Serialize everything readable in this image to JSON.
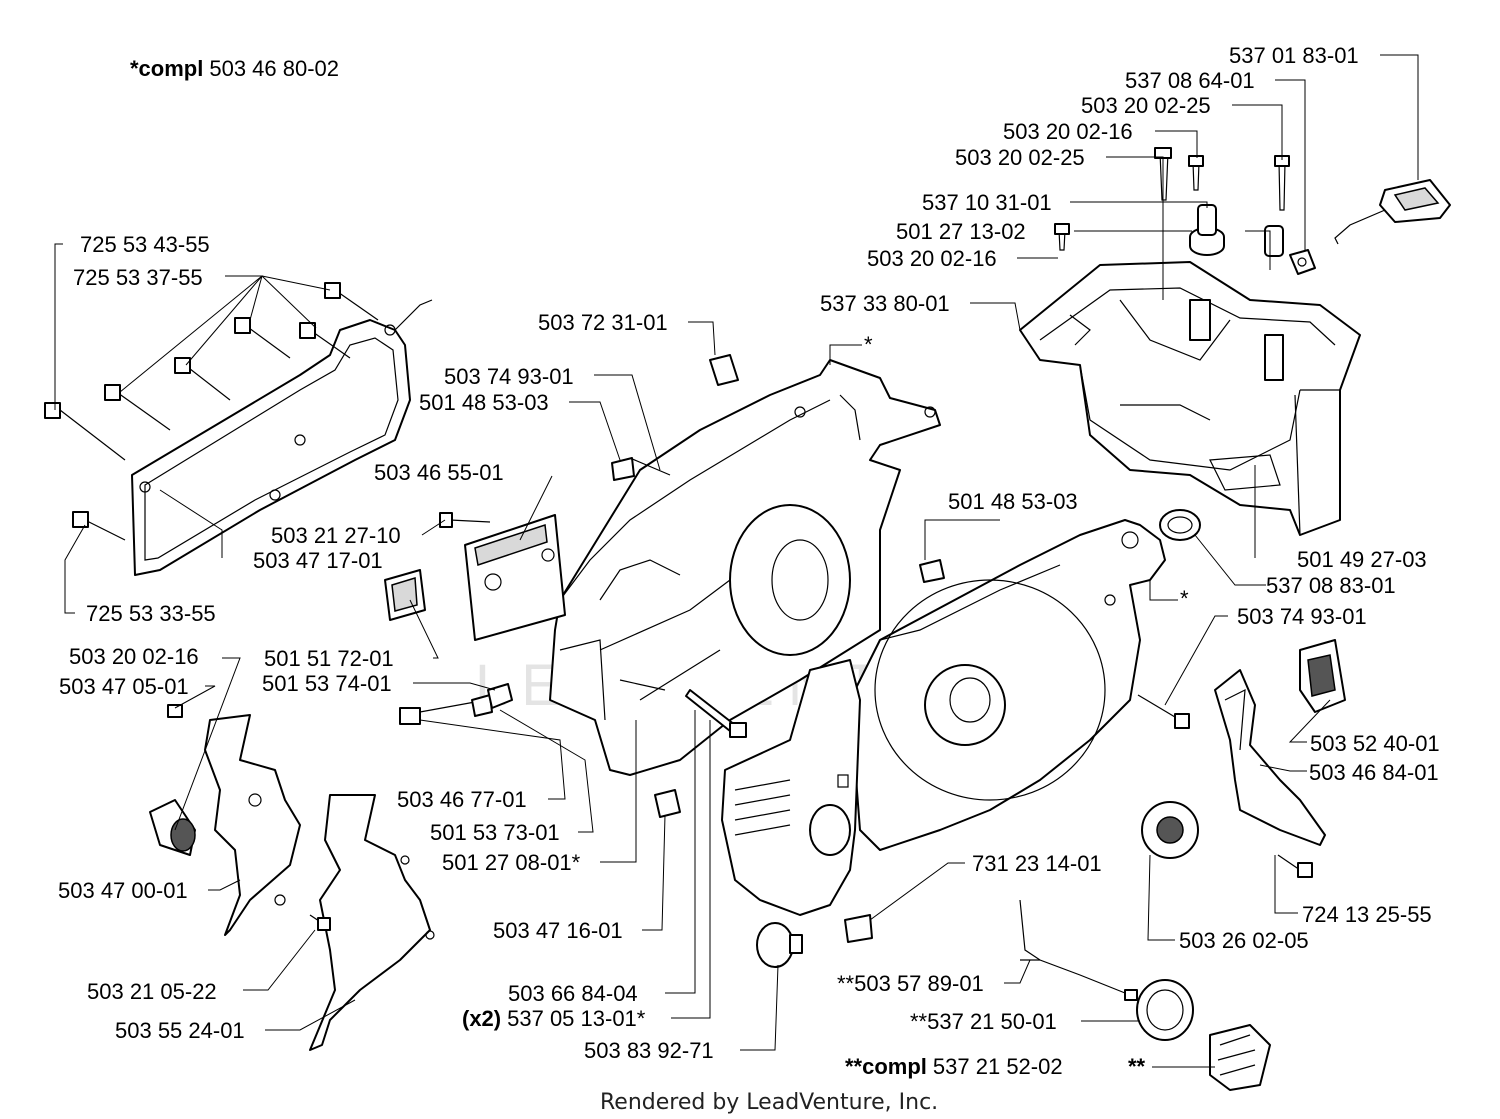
{
  "title": {
    "prefix": "*compl",
    "number": "503 46 80-02"
  },
  "bottom_title": {
    "prefix": "**compl",
    "number": "537 21 52-02"
  },
  "watermark": "LEADVENTURE",
  "footer": "Rendered by LeadVenture, Inc.",
  "labels": {
    "l_5370183": "537 01 83-01",
    "l_5370864": "537 08 64-01",
    "l_5032002_25a": "503 20 02-25",
    "l_5032002_16a": "503 20 02-16",
    "l_5032002_25b": "503 20 02-25",
    "l_5371031": "537 10 31-01",
    "l_5012713": "501 27 13-02",
    "l_5032002_16b": "503 20 02-16",
    "l_5373380": "537 33 80-01",
    "l_7255343": "725 53 43-55",
    "l_7255337": "725 53 37-55",
    "l_5037231": "503 72 31-01",
    "l_5037493a": "503 74 93-01",
    "l_5014853a": "501 48 53-03",
    "l_5034655": "503 46 55-01",
    "l_5014853b": "501 48 53-03",
    "l_5032127": "503 21 27-10",
    "l_5034717": "503 47 17-01",
    "l_7255333": "725 53 33-55",
    "l_5014927": "501 49 27-03",
    "l_5370883": "537 08 83-01",
    "l_5037493b": "503 74 93-01",
    "l_5032002_16c": "503 20 02-16",
    "l_5015172": "501 51 72-01",
    "l_5034705": "503 47 05-01",
    "l_5015374": "501 53 74-01",
    "l_5035240": "503 52 40-01",
    "l_5034684": "503 46 84-01",
    "l_5034677": "503 46 77-01",
    "l_5015373": "501 53 73-01",
    "l_5012708": "501 27 08-01*",
    "l_7312314": "731 23 14-01",
    "l_5034700": "503 47 00-01",
    "l_7241325": "724 13 25-55",
    "l_5034716": "503 47 16-01",
    "l_5032602": "503 26 02-05",
    "l_5032105": "503 21 05-22",
    "l_5035789": "**503 57 89-01",
    "l_5036684": "503 66 84-04",
    "l_537051301_prefix": "(x2)",
    "l_537051301": "537 05 13-01*",
    "l_5372150": "**537 21 50-01",
    "l_5035524": "503 55 24-01",
    "l_5038392": "503 83 92-71",
    "l_doublestar": "**",
    "l_star1": "*",
    "l_star2": "*"
  }
}
